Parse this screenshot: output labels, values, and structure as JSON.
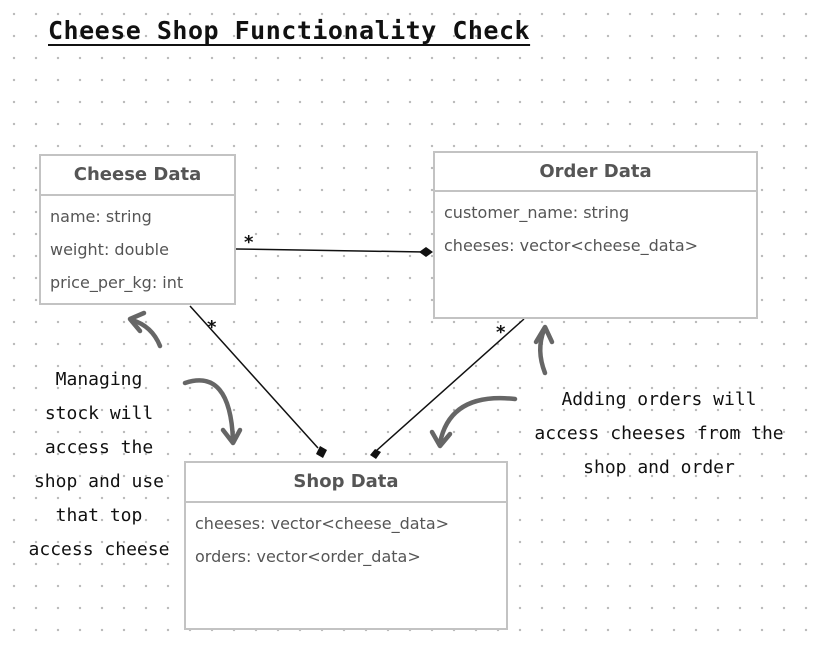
{
  "title": "Cheese Shop Functionality Check",
  "classes": {
    "cheese": {
      "name": "Cheese Data",
      "attributes": [
        "name: string",
        "weight: double",
        "price_per_kg: int"
      ]
    },
    "order": {
      "name": "Order Data",
      "attributes": [
        "customer_name: string",
        "cheeses: vector<cheese_data>"
      ]
    },
    "shop": {
      "name": "Shop Data",
      "attributes": [
        "cheeses: vector<cheese_data>",
        "orders: vector<order_data>"
      ]
    }
  },
  "associations": [
    {
      "from": "cheese",
      "to": "order",
      "multiplicity": "*",
      "end": "diamond"
    },
    {
      "from": "cheese",
      "to": "shop",
      "multiplicity": "*",
      "end": "diamond"
    },
    {
      "from": "order",
      "to": "shop",
      "multiplicity": "*",
      "end": "diamond"
    }
  ],
  "notes": {
    "left": [
      "Managing",
      "stock will",
      "access the",
      "shop and use",
      "that top",
      "access cheese"
    ],
    "right": [
      "Adding orders will",
      "access cheeses from the",
      "shop and order"
    ]
  },
  "colors": {
    "box_border": "#c3c3c3",
    "box_text": "#555555",
    "arrow": "#666666",
    "line": "#111111"
  }
}
